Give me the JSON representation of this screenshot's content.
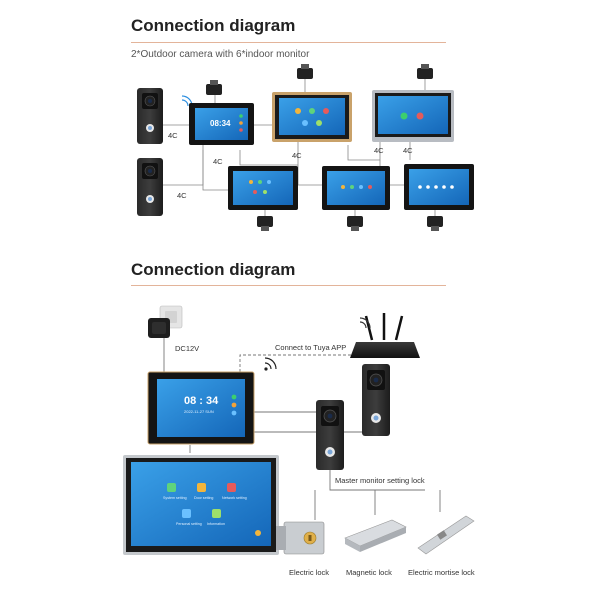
{
  "section1": {
    "title": "Connection diagram",
    "subtitle": "2*Outdoor camera with 6*indoor monitor",
    "wire_label": "4C",
    "monitor_time": "08:34"
  },
  "section2": {
    "title": "Connection diagram",
    "power_label": "DC12V",
    "app_label": "Connect to Tuya APP",
    "monitor_time": "08 : 34",
    "monitor_date": "2022-11-27  SUN",
    "master_lock_label": "Master monitor setting lock",
    "menu_items": [
      "System setting",
      "Door setting",
      "Network setting",
      "Personal setting",
      "Information"
    ],
    "locks": [
      "Electric lock",
      "Magnetic lock",
      "Electric mortise lock"
    ]
  },
  "colors": {
    "screen_blue": "#1e7fd0",
    "bezel": "#141414",
    "accent_rule": "#e3b49a",
    "gold_trim": "#c9a26a",
    "silver_trim": "#b8bcc2"
  }
}
